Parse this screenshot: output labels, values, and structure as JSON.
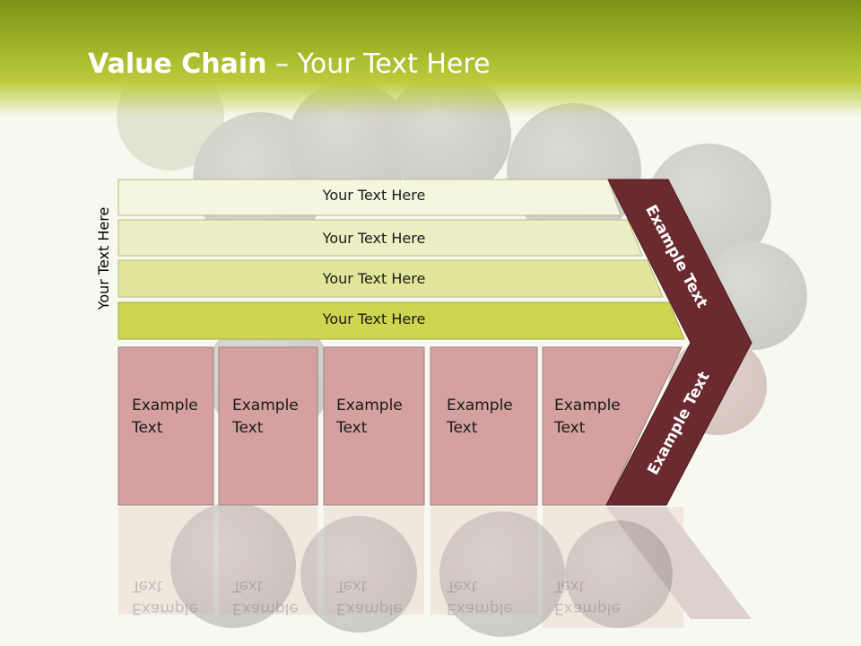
{
  "title": {
    "bold": "Value Chain",
    "rest": " – Your Text Here"
  },
  "side_label": "Your Text Here",
  "rows": [
    {
      "label": "Your Text Here"
    },
    {
      "label": "Your Text Here"
    },
    {
      "label": "Your Text Here"
    },
    {
      "label": "Your Text Here"
    }
  ],
  "cells": [
    {
      "line1": "Example",
      "line2": "Text"
    },
    {
      "line1": "Example",
      "line2": "Text"
    },
    {
      "line1": "Example",
      "line2": "Text"
    },
    {
      "line1": "Example",
      "line2": "Text"
    },
    {
      "line1": "Example",
      "line2": "Text"
    }
  ],
  "chevron": {
    "upper": "Example Text",
    "lower": "Example Text"
  },
  "colors": {
    "header": "#9cb026",
    "row_fills": [
      "#f4f6e0",
      "#ecefc4",
      "#e2e69a",
      "#cdd64e"
    ],
    "cell_fill": "#d4a0a0",
    "chevron": "#6b2a30"
  }
}
